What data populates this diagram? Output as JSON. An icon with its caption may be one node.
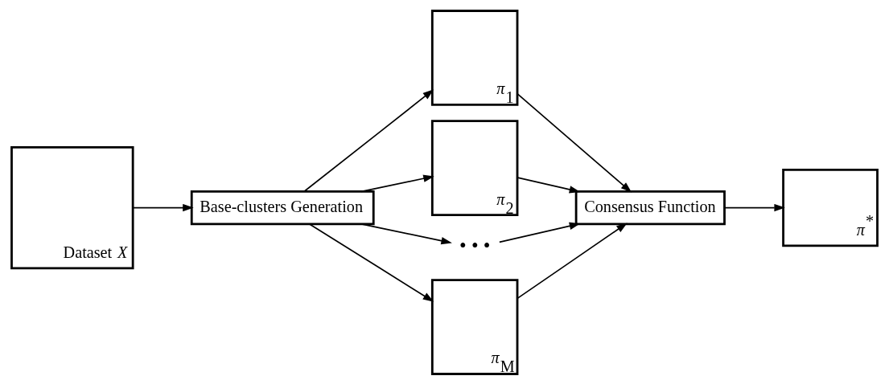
{
  "diagram": {
    "nodes": [
      {
        "text": [
          "Dataset *X*"
        ]
      },
      {
        "text": [
          "Base-clusters Generation"
        ]
      },
      {
        "text": [
          "*π*$_{1}$"
        ]
      },
      {
        "text": [
          "*π*$_{2}$"
        ]
      },
      {
        "text": [
          "• • •"
        ]
      },
      {
        "text": [
          "*π*$_{M}$"
        ]
      },
      {
        "text": [
          "Consensus Function"
        ]
      },
      {
        "text": [
          "*π*$^{*}$"
        ]
      }
    ],
    "edges": [
      {
        "from": 0,
        "to": 1,
        "arrow": "to"
      },
      {
        "from": 1,
        "to": 2,
        "arrow": "to"
      },
      {
        "from": 1,
        "to": 3,
        "arrow": "to"
      },
      {
        "from": 1,
        "to": 4,
        "arrow": "to"
      },
      {
        "from": 1,
        "to": 5,
        "arrow": "to"
      },
      {
        "from": 2,
        "to": 6,
        "arrow": "to"
      },
      {
        "from": 3,
        "to": 6,
        "arrow": "to"
      },
      {
        "from": 4,
        "to": 6,
        "arrow": "to"
      },
      {
        "from": 5,
        "to": 6,
        "arrow": "to"
      },
      {
        "from": 6,
        "to": 7,
        "arrow": "to"
      }
    ]
  }
}
